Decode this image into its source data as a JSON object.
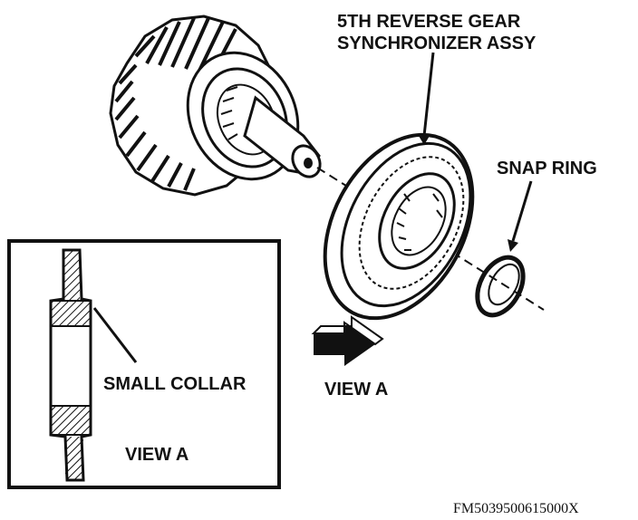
{
  "labels": {
    "synchronizer_line1": "5TH REVERSE GEAR",
    "synchronizer_line2": "SYNCHRONIZER ASSY",
    "snap_ring": "SNAP RING",
    "view_a_arrow": "VIEW A",
    "small_collar": "SMALL COLLAR",
    "view_a_inset": "VIEW A"
  },
  "figure_code": "FM5039500615000X",
  "colors": {
    "ink": "#111111",
    "paper": "#ffffff"
  }
}
